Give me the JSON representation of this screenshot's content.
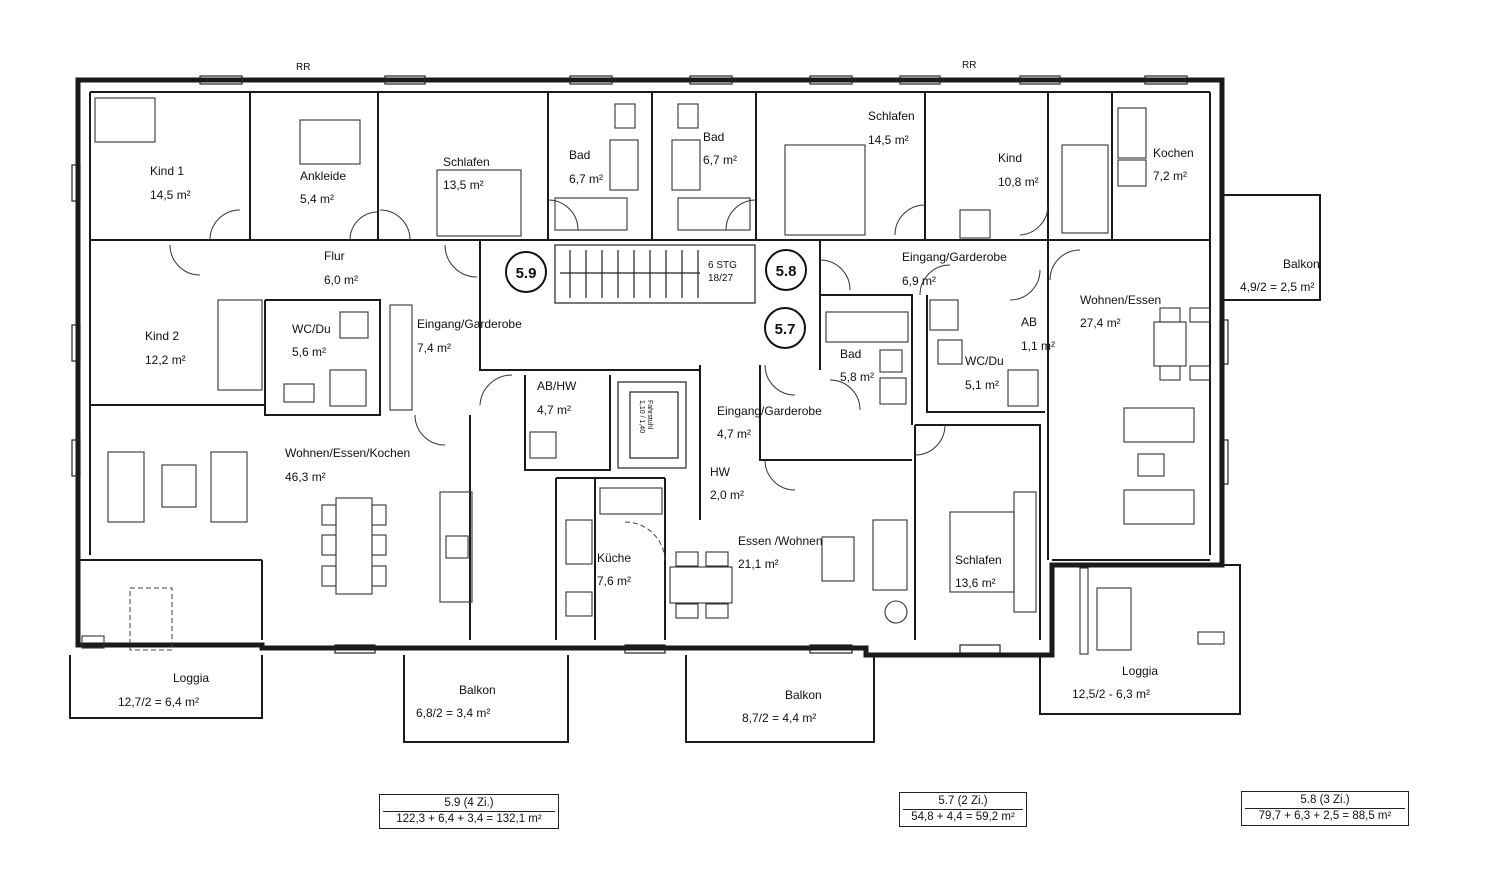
{
  "marks": {
    "rr_left": "RR",
    "rr_right": "RR"
  },
  "rooms": {
    "kind1": {
      "name": "Kind 1",
      "area": "14,5 m²"
    },
    "ankleide": {
      "name": "Ankleide",
      "area": "5,4 m²"
    },
    "schlafen59": {
      "name": "Schlafen",
      "area": "13,5 m²"
    },
    "bad59": {
      "name": "Bad",
      "area": "6,7 m²"
    },
    "bad58": {
      "name": "Bad",
      "area": "6,7 m²"
    },
    "schlafen58": {
      "name": "Schlafen",
      "area": "14,5 m²"
    },
    "kind58": {
      "name": "Kind",
      "area": "10,8 m²"
    },
    "kochen58": {
      "name": "Kochen",
      "area": "7,2 m²"
    },
    "flur": {
      "name": "Flur",
      "area": "6,0 m²"
    },
    "kind2": {
      "name": "Kind 2",
      "area": "12,2 m²"
    },
    "wcdu59": {
      "name": "WC/Du",
      "area": "5,6 m²"
    },
    "eingang59": {
      "name": "Eingang/Garderobe",
      "area": "7,4 m²"
    },
    "eingang58": {
      "name": "Eingang/Garderobe",
      "area": "6,9 m²"
    },
    "wohnen58": {
      "name": "Wohnen/Essen",
      "area": "27,4 m²"
    },
    "ab58": {
      "name": "AB",
      "area": "1,1 m²"
    },
    "wcdu58": {
      "name": "WC/Du",
      "area": "5,1 m²"
    },
    "bad57": {
      "name": "Bad",
      "area": "5,8 m²"
    },
    "abhw59": {
      "name": "AB/HW",
      "area": "4,7 m²"
    },
    "eingang57": {
      "name": "Eingang/Garderobe",
      "area": "4,7 m²"
    },
    "hw57": {
      "name": "HW",
      "area": "2,0 m²"
    },
    "wohnen59": {
      "name": "Wohnen/Essen/Kochen",
      "area": "46,3 m²"
    },
    "kueche57": {
      "name": "Küche",
      "area": "7,6 m²"
    },
    "essen57": {
      "name": "Essen /Wohnen",
      "area": "21,1 m²"
    },
    "schlafen57": {
      "name": "Schlafen",
      "area": "13,6 m²"
    },
    "loggia59": {
      "name": "Loggia",
      "area": "12,7/2 = 6,4 m²"
    },
    "balkon59": {
      "name": "Balkon",
      "area": "6,8/2 = 3,4 m²"
    },
    "balkon57": {
      "name": "Balkon",
      "area": "8,7/2 = 4,4 m²"
    },
    "loggia58": {
      "name": "Loggia",
      "area": "12,5/2 - 6,3 m²"
    },
    "balkon58": {
      "name": "Balkon",
      "area": "4,9/2 = 2,5 m²"
    }
  },
  "core": {
    "stair_a": "6 STG",
    "stair_b": "18/27",
    "lift_a": "Fahrstuhl",
    "lift_b": "1,10 / 1,40"
  },
  "unit_tags": [
    "5.9",
    "5.8",
    "5.7"
  ],
  "legends": [
    {
      "title": "5.9 (4 Zi.)",
      "formula": "122,3 + 6,4 + 3,4 = 132,1 m²"
    },
    {
      "title": "5.7 (2 Zi.)",
      "formula": "54,8 + 4,4 = 59,2 m²"
    },
    {
      "title": "5.8 (3 Zi.)",
      "formula": "79,7 + 6,3 + 2,5 = 88,5 m²"
    }
  ]
}
